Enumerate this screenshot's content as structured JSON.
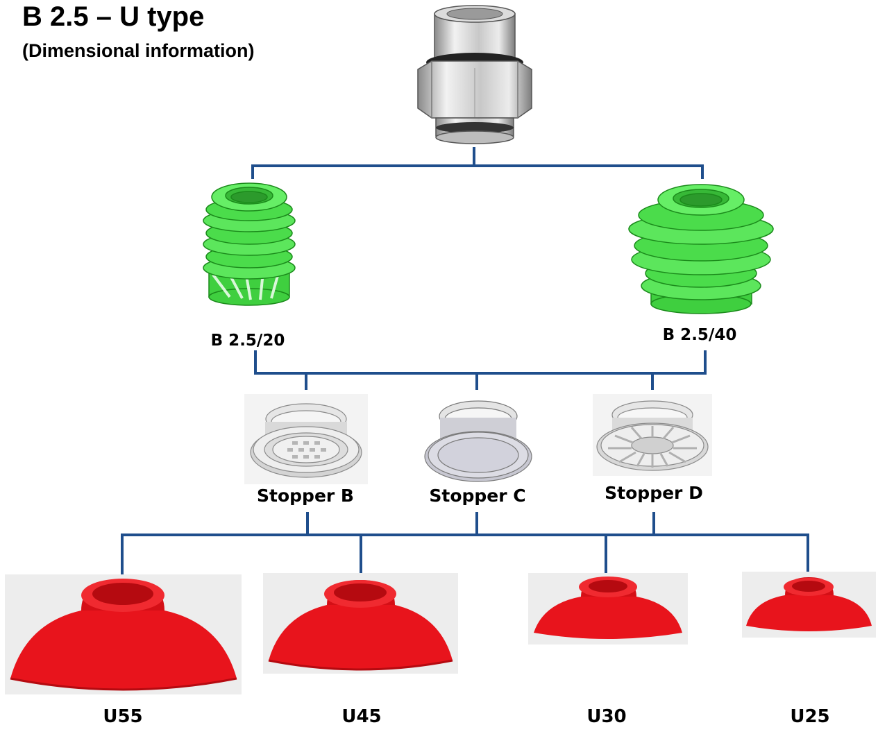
{
  "header": {
    "title": "B 2.5 – U type",
    "subtitle": "(Dimensional information)"
  },
  "fitting": {
    "icon": "metal-fitting-icon"
  },
  "bellows": [
    {
      "label": "B 2.5/20",
      "icon": "green-bellow-icon",
      "color": "#4ce04c"
    },
    {
      "label": "B 2.5/40",
      "icon": "green-bellow-icon",
      "color": "#4ce04c"
    }
  ],
  "stoppers": [
    {
      "label": "Stopper B",
      "icon": "stopper-b-icon"
    },
    {
      "label": "Stopper C",
      "icon": "stopper-c-icon"
    },
    {
      "label": "Stopper D",
      "icon": "stopper-d-icon"
    }
  ],
  "cups": [
    {
      "label": "U55",
      "icon": "red-suction-cup-icon",
      "color": "#e8141c"
    },
    {
      "label": "U45",
      "icon": "red-suction-cup-icon",
      "color": "#e8141c"
    },
    {
      "label": "U30",
      "icon": "red-suction-cup-icon",
      "color": "#e8141c"
    },
    {
      "label": "U25",
      "icon": "red-suction-cup-icon",
      "color": "#e8141c"
    }
  ],
  "colors": {
    "connector": "#1f4e8c"
  }
}
